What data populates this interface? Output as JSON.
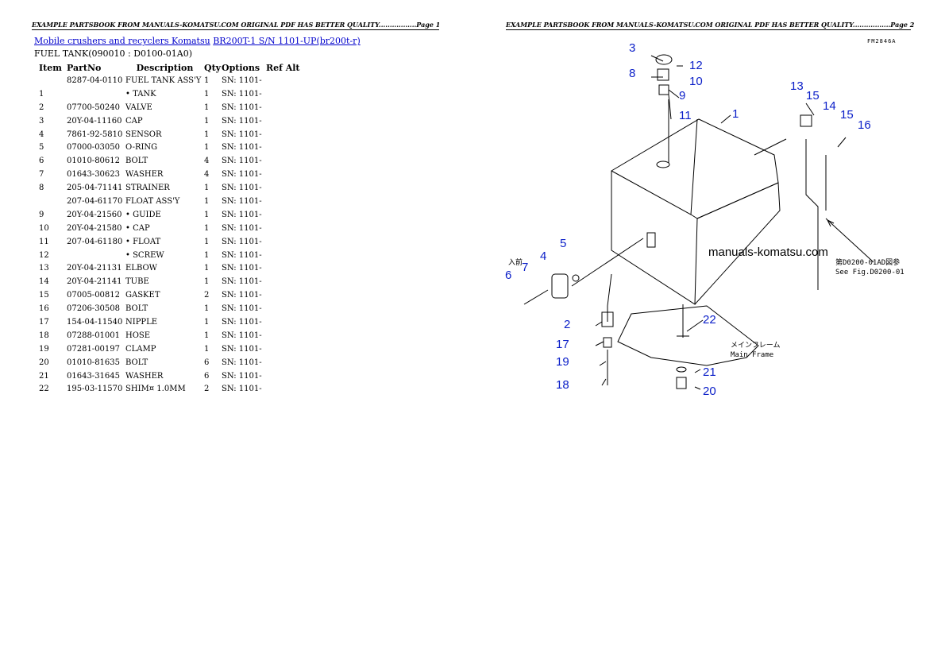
{
  "page1": {
    "header": "EXAMPLE PARTSBOOK FROM MANUALS-KOMATSU.COM ORIGINAL PDF HAS BETTER QUALITY.................Page 1",
    "breadcrumb": {
      "link1": "Mobile crushers and recyclers Komatsu",
      "link2": "BR200T-1 S/N 1101-UP(br200t-r)"
    },
    "subtitle": "FUEL TANK(090010 : D0100-01A0)",
    "columns": [
      "Item",
      "PartNo",
      "Description",
      "Qty",
      "Options",
      "Ref Alt"
    ],
    "rows": [
      [
        "",
        "8287-04-0110",
        "FUEL TANK ASS'Y",
        "1",
        "SN: 1101-",
        ""
      ],
      [
        "1",
        "",
        "• TANK",
        "1",
        "SN: 1101-",
        ""
      ],
      [
        "2",
        "07700-50240",
        "VALVE",
        "1",
        "SN: 1101-",
        ""
      ],
      [
        "3",
        "20Y-04-11160",
        "CAP",
        "1",
        "SN: 1101-",
        ""
      ],
      [
        "4",
        "7861-92-5810",
        "SENSOR",
        "1",
        "SN: 1101-",
        ""
      ],
      [
        "5",
        "07000-03050",
        "O-RING",
        "1",
        "SN: 1101-",
        ""
      ],
      [
        "6",
        "01010-80612",
        "BOLT",
        "4",
        "SN: 1101-",
        ""
      ],
      [
        "7",
        "01643-30623",
        "WASHER",
        "4",
        "SN: 1101-",
        ""
      ],
      [
        "8",
        "205-04-71141",
        "STRAINER",
        "1",
        "SN: 1101-",
        ""
      ],
      [
        "",
        "207-04-61170",
        "FLOAT ASS'Y",
        "1",
        "SN: 1101-",
        ""
      ],
      [
        "9",
        "20Y-04-21560",
        "• GUIDE",
        "1",
        "SN: 1101-",
        ""
      ],
      [
        "10",
        "20Y-04-21580",
        "• CAP",
        "1",
        "SN: 1101-",
        ""
      ],
      [
        "11",
        "207-04-61180",
        "• FLOAT",
        "1",
        "SN: 1101-",
        ""
      ],
      [
        "12",
        "",
        "• SCREW",
        "1",
        "SN: 1101-",
        ""
      ],
      [
        "13",
        "20Y-04-21131",
        "ELBOW",
        "1",
        "SN: 1101-",
        ""
      ],
      [
        "14",
        "20Y-04-21141",
        "TUBE",
        "1",
        "SN: 1101-",
        ""
      ],
      [
        "15",
        "07005-00812",
        "GASKET",
        "2",
        "SN: 1101-",
        ""
      ],
      [
        "16",
        "07206-30508",
        "BOLT",
        "1",
        "SN: 1101-",
        ""
      ],
      [
        "17",
        "154-04-11540",
        "NIPPLE",
        "1",
        "SN: 1101-",
        ""
      ],
      [
        "18",
        "07288-01001",
        "HOSE",
        "1",
        "SN: 1101-",
        ""
      ],
      [
        "19",
        "07281-00197",
        "CLAMP",
        "1",
        "SN: 1101-",
        ""
      ],
      [
        "20",
        "01010-81635",
        "BOLT",
        "6",
        "SN: 1101-",
        ""
      ],
      [
        "21",
        "01643-31645",
        "WASHER",
        "6",
        "SN: 1101-",
        ""
      ],
      [
        "22",
        "195-03-11570",
        "SHIM¤ 1.0MM",
        "2",
        "SN: 1101-",
        ""
      ]
    ]
  },
  "page2": {
    "header": "EXAMPLE PARTSBOOK FROM MANUALS-KOMATSU.COM ORIGINAL PDF HAS BETTER QUALITY.................Page 2",
    "drawing_code": "FM2846A",
    "watermark": "manuals-komatsu.com",
    "note_jp": "第D0200-01AD図参",
    "note_en": "See Fig.D0200-01",
    "frame_jp": "メインフレーム",
    "frame_en": "Main Frame",
    "side_jp": "入前",
    "callouts": [
      "1",
      "2",
      "3",
      "4",
      "5",
      "6",
      "7",
      "8",
      "9",
      "10",
      "11",
      "12",
      "13",
      "14",
      "15",
      "15",
      "16",
      "17",
      "18",
      "19",
      "20",
      "21",
      "22"
    ],
    "callout_color": "#0a1ec8"
  }
}
